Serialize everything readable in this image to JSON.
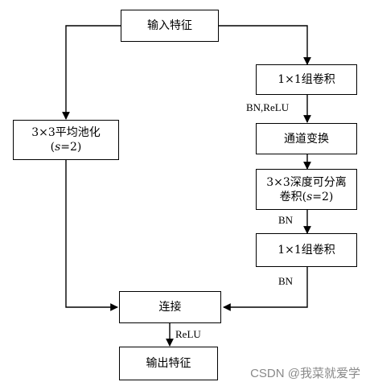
{
  "nodes": {
    "input": "输入特征",
    "group_conv_1": "1×1组卷积",
    "channel_shuffle": "通道变换",
    "dwconv_line1": "3×3深度可分离",
    "dwconv_line2_prefix": "卷积(",
    "dwconv_line2_var": "s",
    "dwconv_line2_suffix": "=2)",
    "group_conv_2": "1×1组卷积",
    "avgpool_line1": "3×3平均池化",
    "avgpool_line2_prefix": "(",
    "avgpool_line2_var": "s",
    "avgpool_line2_suffix": "=2)",
    "concat": "连接",
    "output": "输出特征"
  },
  "edge_labels": {
    "bn_relu": "BN,ReLU",
    "bn_1": "BN",
    "bn_2": "BN",
    "relu": "ReLU"
  },
  "watermark": "CSDN @我菜就爱学"
}
